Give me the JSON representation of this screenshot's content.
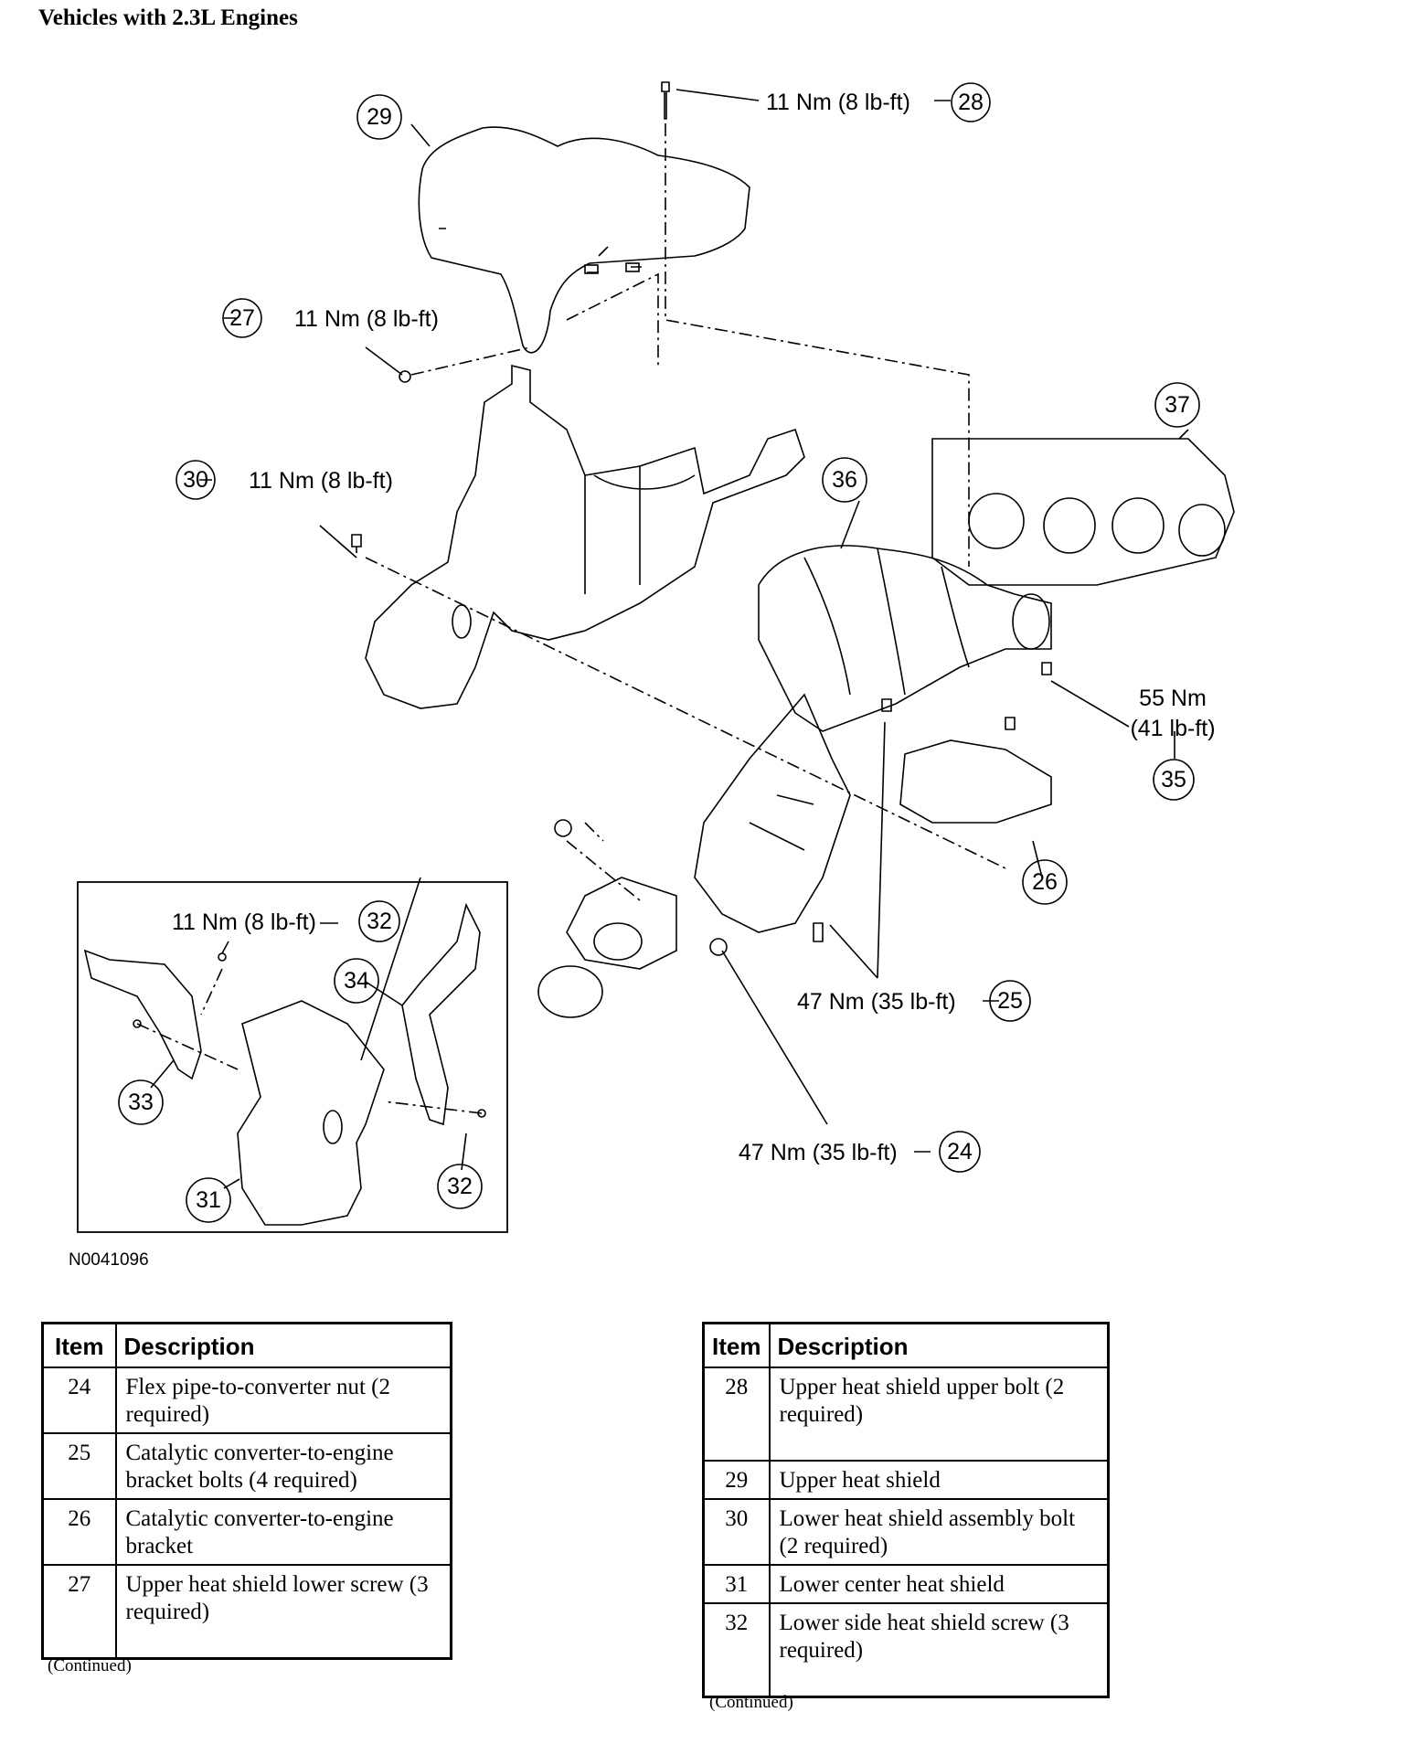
{
  "title": "Vehicles with 2.3L Engines",
  "figure_id": "N0041096",
  "callouts": [
    {
      "id": "29",
      "torque": ""
    },
    {
      "id": "28",
      "torque": "11 Nm (8 lb-ft)"
    },
    {
      "id": "27",
      "torque": "11 Nm (8 lb-ft)"
    },
    {
      "id": "30",
      "torque": "11 Nm (8 lb-ft)"
    },
    {
      "id": "36",
      "torque": ""
    },
    {
      "id": "37",
      "torque": ""
    },
    {
      "id": "35",
      "torque_line1": "55 Nm",
      "torque_line2": "(41 lb-ft)"
    },
    {
      "id": "26",
      "torque": ""
    },
    {
      "id": "25",
      "torque": "47 Nm (35 lb-ft)"
    },
    {
      "id": "24",
      "torque": "47 Nm (35 lb-ft)"
    },
    {
      "id": "32",
      "torque": "11 Nm (8 lb-ft)"
    },
    {
      "id": "34",
      "torque": ""
    },
    {
      "id": "33",
      "torque": ""
    },
    {
      "id": "31",
      "torque": ""
    },
    {
      "id": "32",
      "torque": ""
    }
  ],
  "tables": [
    {
      "headers": {
        "item": "Item",
        "description": "Description"
      },
      "rows": [
        {
          "item": "24",
          "description": "Flex pipe-to-converter nut (2 required)"
        },
        {
          "item": "25",
          "description": "Catalytic converter-to-engine bracket bolts (4 required)"
        },
        {
          "item": "26",
          "description": "Catalytic converter-to-engine bracket"
        },
        {
          "item": "27",
          "description": "Upper heat shield lower screw (3 required)"
        }
      ],
      "footer": "(Continued)"
    },
    {
      "headers": {
        "item": "Item",
        "description": "Description"
      },
      "rows": [
        {
          "item": "28",
          "description": "Upper heat shield upper bolt (2 required)"
        },
        {
          "item": "29",
          "description": "Upper heat shield"
        },
        {
          "item": "30",
          "description": "Lower heat shield assembly bolt (2 required)"
        },
        {
          "item": "31",
          "description": "Lower center heat shield"
        },
        {
          "item": "32",
          "description": "Lower side heat shield screw (3 required)"
        }
      ],
      "footer": "(Continued)"
    }
  ]
}
